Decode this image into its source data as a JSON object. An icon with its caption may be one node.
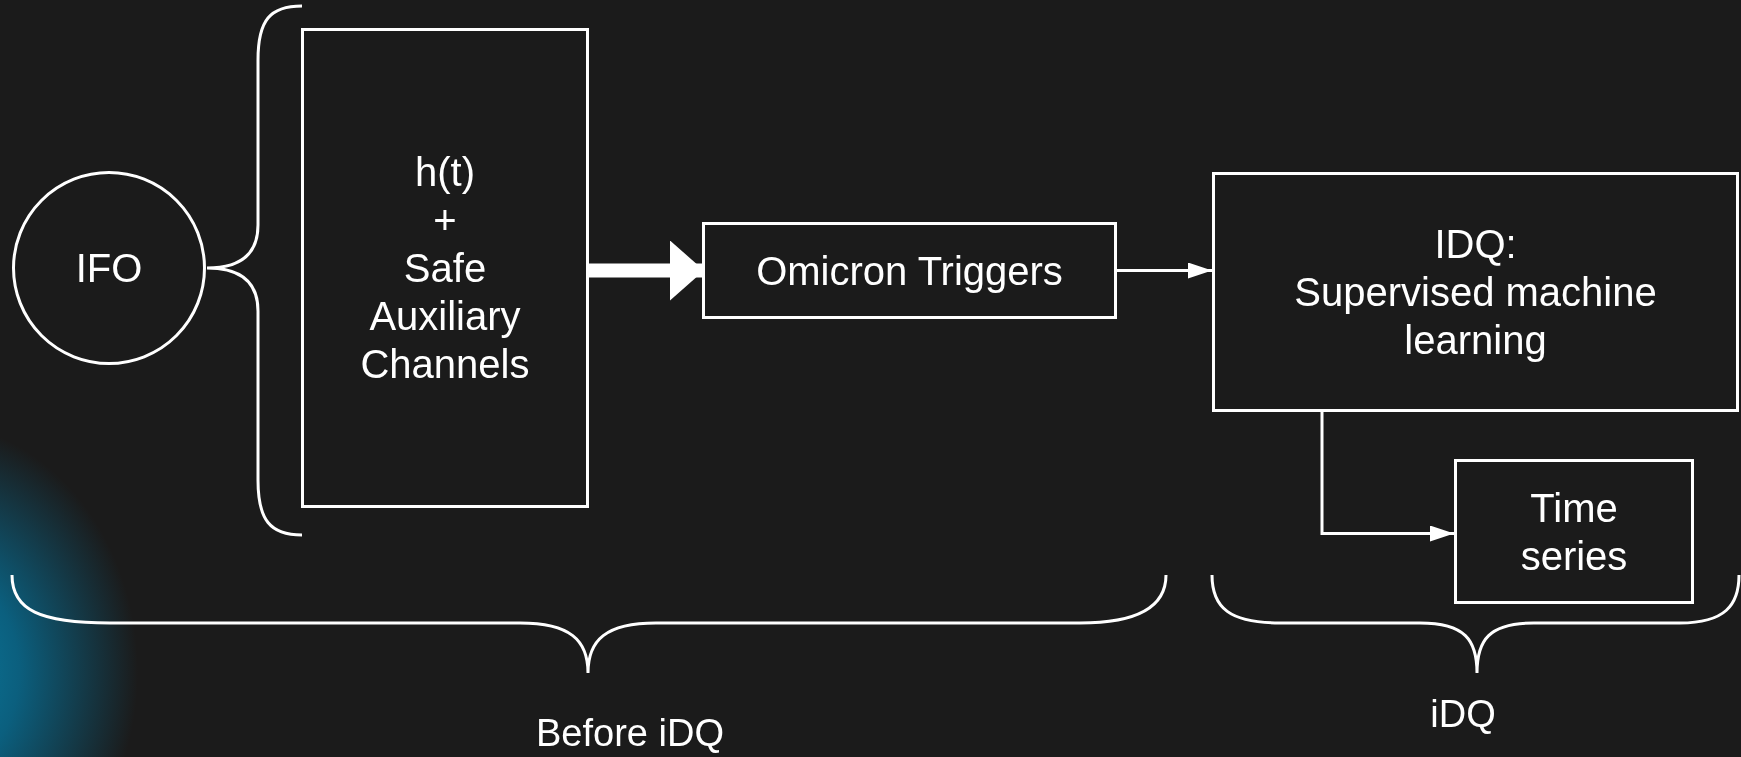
{
  "diagram": {
    "nodes": [
      {
        "text": [
          "IFO"
        ]
      },
      {
        "text": [
          "h(t)",
          "+",
          "Safe Auxiliary Channels"
        ]
      },
      {
        "text": [
          "Omicron Triggers"
        ]
      },
      {
        "text": [
          "IDQ:",
          "Supervised machine learning"
        ]
      },
      {
        "text": [
          "Time series"
        ]
      }
    ],
    "edges": [
      {
        "from": 1,
        "to": 2,
        "arrow": "to",
        "style": "thick"
      },
      {
        "from": 2,
        "to": 3,
        "arrow": "to"
      },
      {
        "from": 3,
        "to": 4,
        "arrow": "to"
      }
    ],
    "labels": [
      "Before iDQ",
      "iDQ"
    ]
  }
}
